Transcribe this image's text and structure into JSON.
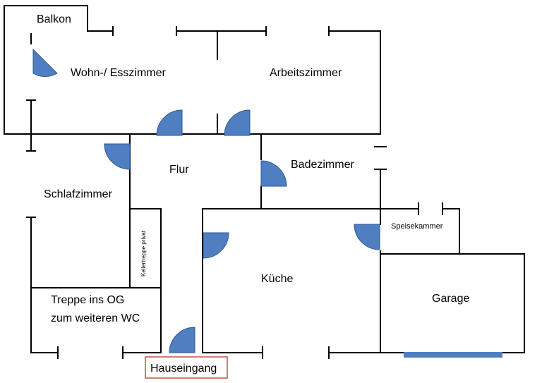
{
  "rooms": {
    "balkon": "Balkon",
    "wohnzimmer": "Wohn-/ Esszimmer",
    "arbeitszimmer": "Arbeitszimmer",
    "flur": "Flur",
    "badezimmer": "Badezimmer",
    "schlafzimmer": "Schlafzimmer",
    "kellertreppe": "Kellertreppe privat",
    "speisekammer": "Speisekammer",
    "kueche": "Küche",
    "garage": "Garage",
    "treppe_line1": "Treppe ins OG",
    "treppe_line2": "zum weiteren WC"
  },
  "entrance": {
    "label": "Hauseingang"
  },
  "colors": {
    "door": "#4f7fc1",
    "entrance_border": "#c0504d"
  }
}
